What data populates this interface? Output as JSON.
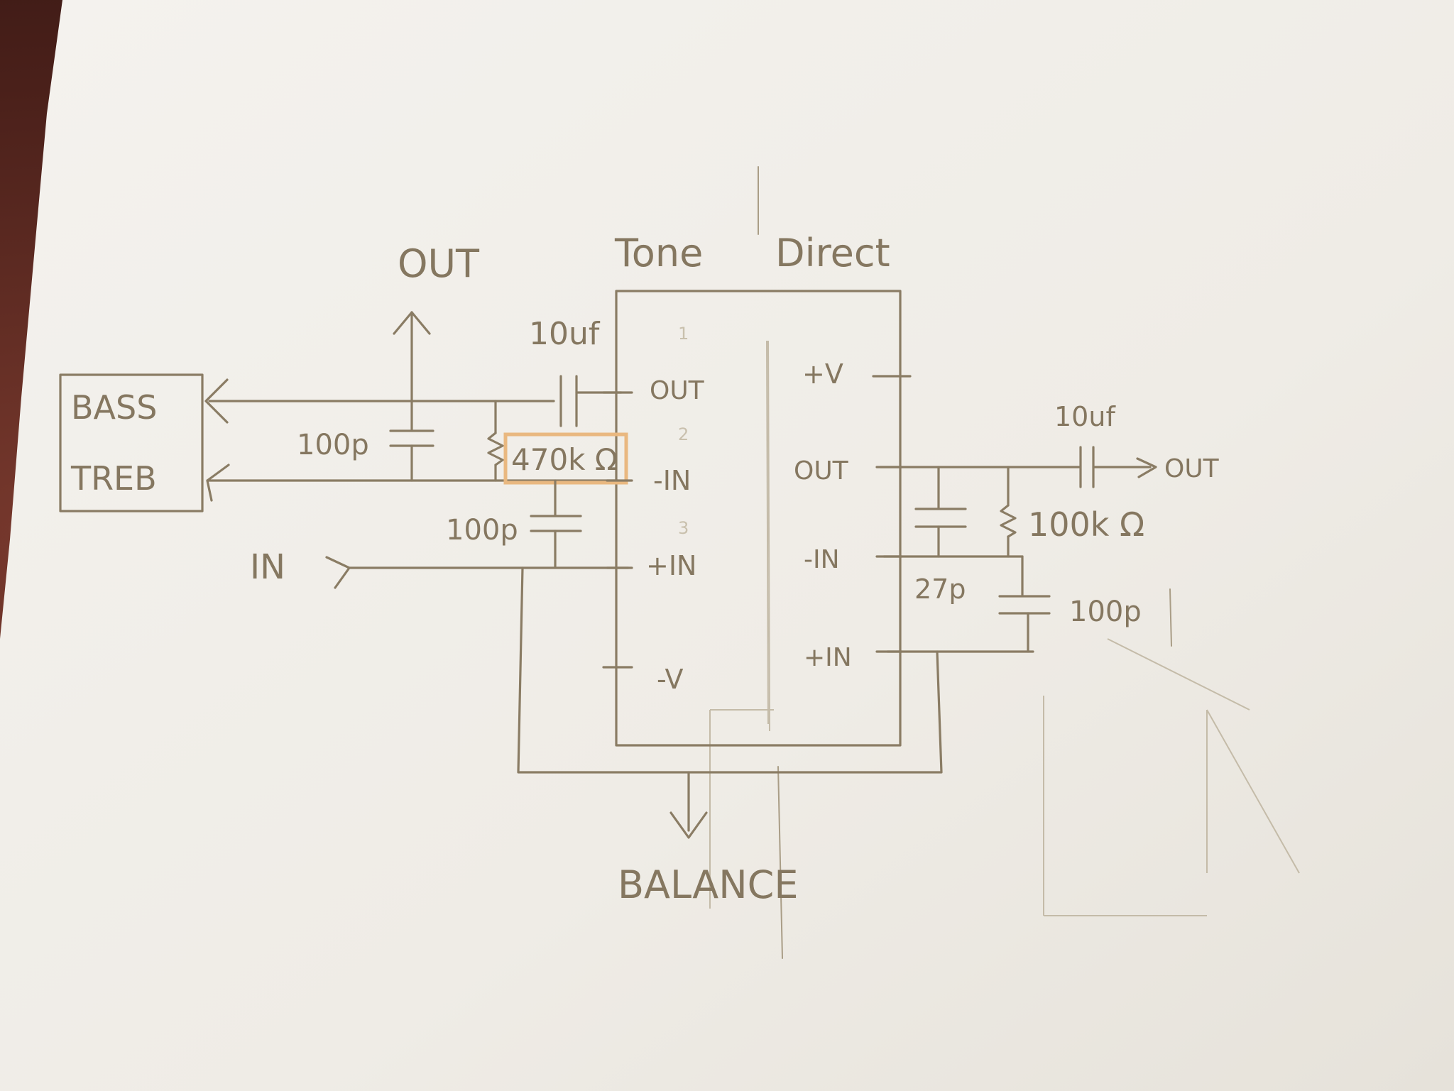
{
  "labels": {
    "out_top": "OUT",
    "tone": "Tone",
    "direct": "Direct",
    "bass": "BASS",
    "treb": "TREB",
    "cap_10uf_left": "10uf",
    "cap_100p_left": "100p",
    "res_470k": "470k Ω",
    "cap_100p_mid": "100p",
    "in": "IN",
    "pin_out_left": "OUT",
    "pin_minus_in_left": "-IN",
    "pin_plus_in_left": "+IN",
    "pin_minus_v": "-V",
    "pin_plus_v": "+V",
    "pin_out_right": "OUT",
    "pin_minus_in_right": "-IN",
    "pin_plus_in_right": "+IN",
    "cap_10uf_right": "10uf",
    "out_right": "OUT",
    "res_100k": "100k Ω",
    "cap_27p": "27p",
    "cap_100p_right": "100p",
    "balance": "BALANCE",
    "pin_num_1": "1",
    "pin_num_2": "2",
    "pin_num_3": "3"
  }
}
